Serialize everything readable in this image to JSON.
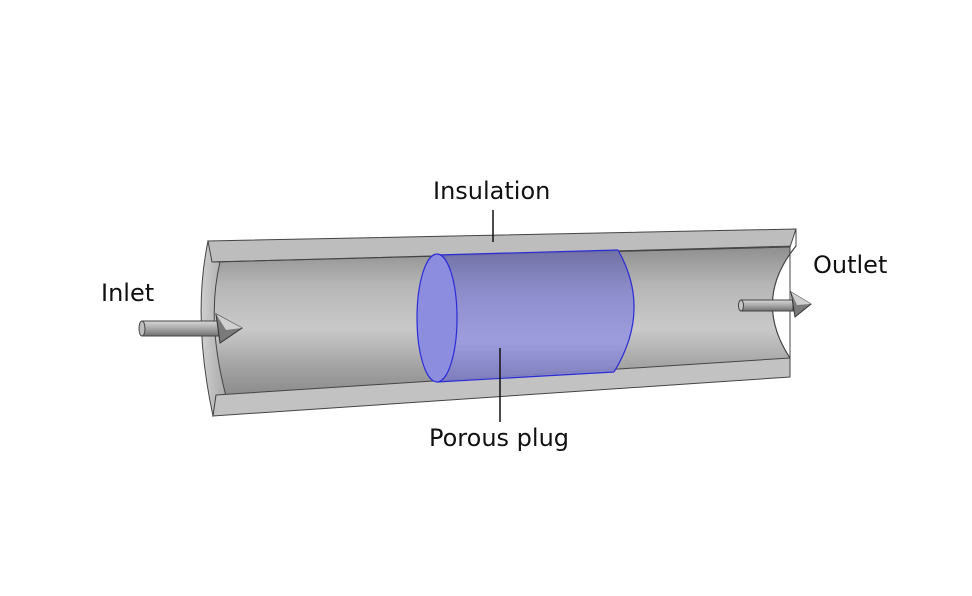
{
  "labels": {
    "insulation": "Insulation",
    "inlet": "Inlet",
    "outlet": "Outlet",
    "porous_plug": "Porous plug"
  },
  "colors": {
    "background": "#ffffff",
    "pipe_gray": "#b9b9b9",
    "pipe_dark": "#8a8a8a",
    "plug_fill": "#8f8fdc",
    "plug_edge": "#2b2bd6",
    "leader_line": "#111111"
  }
}
